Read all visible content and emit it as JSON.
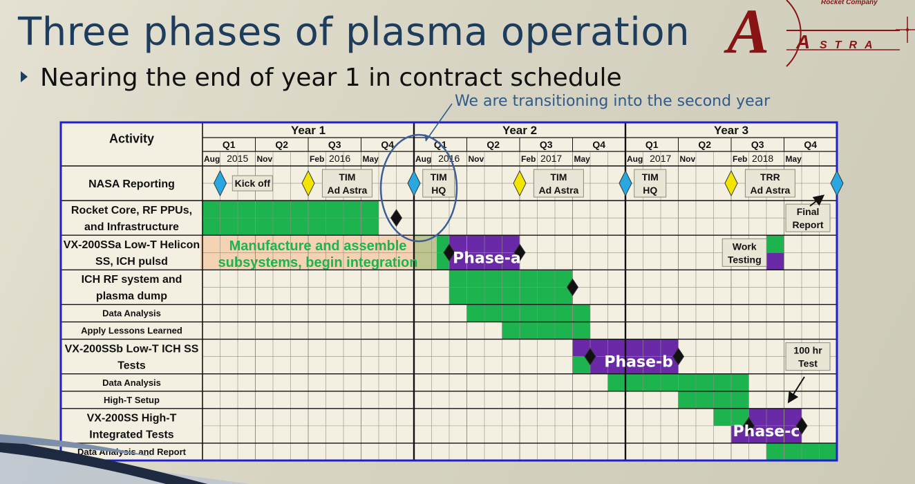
{
  "slide": {
    "title": "Three phases of plasma operation",
    "subtitle": "Nearing the end of year 1 in contract schedule",
    "callout": "We are transitioning into the second year"
  },
  "logo": {
    "tagline": "Rocket Company",
    "wordmark": "STRA",
    "letters": [
      "A",
      "A"
    ]
  },
  "colors": {
    "green": "#1db34f",
    "purple": "#6a2aa8",
    "border": "#1f1fd0",
    "cell": "#f3f0e2",
    "blue_diamond": "#2aa7e0",
    "yellow_diamond": "#f2e600",
    "brand_red": "#8a1414"
  },
  "schedule": {
    "activity_header": "Activity",
    "years": [
      "Year 1",
      "Year 2",
      "Year 3"
    ],
    "quarters": [
      "Q1",
      "Q2",
      "Q3",
      "Q4",
      "Q1",
      "Q2",
      "Q3",
      "Q4",
      "Q1",
      "Q2",
      "Q3",
      "Q4"
    ],
    "months": [
      {
        "col": 0,
        "text": "Aug"
      },
      {
        "col": 1.3,
        "text": "2015"
      },
      {
        "col": 3,
        "text": "Nov"
      },
      {
        "col": 6,
        "text": "Feb"
      },
      {
        "col": 7.1,
        "text": "2016"
      },
      {
        "col": 9,
        "text": "May"
      },
      {
        "col": 12,
        "text": "Aug"
      },
      {
        "col": 13.3,
        "text": "2016"
      },
      {
        "col": 15,
        "text": "Nov"
      },
      {
        "col": 18,
        "text": "Feb"
      },
      {
        "col": 19.1,
        "text": "2017"
      },
      {
        "col": 21,
        "text": "May"
      },
      {
        "col": 24,
        "text": "Aug"
      },
      {
        "col": 25.3,
        "text": "2017"
      },
      {
        "col": 27,
        "text": "Nov"
      },
      {
        "col": 30,
        "text": "Feb"
      },
      {
        "col": 31.1,
        "text": "2018"
      },
      {
        "col": 33,
        "text": "May"
      }
    ],
    "rows": [
      {
        "id": "nasa",
        "lines": [
          "NASA Reporting"
        ],
        "units": 2,
        "size": 16
      },
      {
        "id": "core",
        "lines": [
          "Rocket Core, RF PPUs,",
          "and Infrastructure"
        ],
        "units": 2,
        "size": 16
      },
      {
        "id": "vxa",
        "lines": [
          "VX-200SSa Low-T Helicon",
          "SS, ICH pulsd"
        ],
        "units": 2,
        "size": 16
      },
      {
        "id": "ich",
        "lines": [
          "ICH RF system and",
          "plasma dump"
        ],
        "units": 2,
        "size": 16
      },
      {
        "id": "da1",
        "lines": [
          "Data Analysis"
        ],
        "units": 1,
        "size": 13
      },
      {
        "id": "ll",
        "lines": [
          "Apply Lessons Learned"
        ],
        "units": 1,
        "size": 13
      },
      {
        "id": "vxb",
        "lines": [
          "VX-200SSb Low-T ICH SS",
          "Tests"
        ],
        "units": 2,
        "size": 16
      },
      {
        "id": "da2",
        "lines": [
          "Data Analysis"
        ],
        "units": 1,
        "size": 13
      },
      {
        "id": "ht",
        "lines": [
          "High-T Setup"
        ],
        "units": 1,
        "size": 13
      },
      {
        "id": "vxc",
        "lines": [
          "VX-200SS High-T",
          "Integrated Tests"
        ],
        "units": 2,
        "size": 16
      },
      {
        "id": "dar",
        "lines": [
          "Data Analysis and Report"
        ],
        "units": 1,
        "size": 13
      }
    ],
    "bars": [
      {
        "row": "core",
        "sub": 0,
        "start": 0,
        "end": 10,
        "color": "green"
      },
      {
        "row": "core",
        "sub": 1,
        "start": 0,
        "end": 10,
        "color": "green"
      },
      {
        "row": "vxa",
        "sub": 0,
        "start": 12,
        "end": 14,
        "color": "green"
      },
      {
        "row": "vxa",
        "sub": 1,
        "start": 12,
        "end": 14,
        "color": "green"
      },
      {
        "row": "vxa",
        "sub": 0,
        "start": 14,
        "end": 18,
        "color": "purple"
      },
      {
        "row": "vxa",
        "sub": 1,
        "start": 14,
        "end": 18,
        "color": "purple"
      },
      {
        "row": "vxa",
        "sub": 0,
        "start": 32,
        "end": 33,
        "color": "green"
      },
      {
        "row": "vxa",
        "sub": 1,
        "start": 32,
        "end": 33,
        "color": "purple"
      },
      {
        "row": "ich",
        "sub": 0,
        "start": 14,
        "end": 21,
        "color": "green"
      },
      {
        "row": "ich",
        "sub": 1,
        "start": 14,
        "end": 21,
        "color": "green"
      },
      {
        "row": "da1",
        "sub": 0,
        "start": 15,
        "end": 22,
        "color": "green"
      },
      {
        "row": "ll",
        "sub": 0,
        "start": 17,
        "end": 22,
        "color": "green"
      },
      {
        "row": "vxb",
        "sub": 0,
        "start": 21,
        "end": 27,
        "color": "purple"
      },
      {
        "row": "vxb",
        "sub": 1,
        "start": 21,
        "end": 22,
        "color": "green"
      },
      {
        "row": "vxb",
        "sub": 1,
        "start": 22,
        "end": 27,
        "color": "purple"
      },
      {
        "row": "da2",
        "sub": 0,
        "start": 23,
        "end": 31,
        "color": "green"
      },
      {
        "row": "ht",
        "sub": 0,
        "start": 27,
        "end": 31,
        "color": "green"
      },
      {
        "row": "vxc",
        "sub": 0,
        "start": 29,
        "end": 31,
        "color": "green"
      },
      {
        "row": "vxc",
        "sub": 0,
        "start": 31,
        "end": 34,
        "color": "purple"
      },
      {
        "row": "vxc",
        "sub": 1,
        "start": 30,
        "end": 34,
        "color": "purple"
      },
      {
        "row": "dar",
        "sub": 0,
        "start": 32,
        "end": 36,
        "color": "green"
      }
    ],
    "milestones": [
      {
        "row": "nasa",
        "at": 1,
        "kind": "blue"
      },
      {
        "row": "nasa",
        "at": 6,
        "kind": "yellow"
      },
      {
        "row": "nasa",
        "at": 12,
        "kind": "blue"
      },
      {
        "row": "nasa",
        "at": 18,
        "kind": "yellow"
      },
      {
        "row": "nasa",
        "at": 24,
        "kind": "blue"
      },
      {
        "row": "nasa",
        "at": 30,
        "kind": "yellow"
      },
      {
        "row": "nasa",
        "at": 36,
        "kind": "blue"
      },
      {
        "row": "core",
        "at": 11,
        "kind": "black"
      },
      {
        "row": "vxa",
        "at": 14,
        "kind": "black"
      },
      {
        "row": "vxa",
        "at": 18,
        "kind": "black"
      },
      {
        "row": "ich",
        "at": 21,
        "kind": "black"
      },
      {
        "row": "vxb",
        "at": 22,
        "kind": "black"
      },
      {
        "row": "vxb",
        "at": 27,
        "kind": "black"
      },
      {
        "row": "vxc",
        "at": 31,
        "kind": "black"
      },
      {
        "row": "vxc",
        "at": 34,
        "kind": "black"
      }
    ],
    "notes": [
      {
        "row": "nasa",
        "lines": [
          "Kick off"
        ],
        "col": 1.7,
        "w": 58,
        "bold": true
      },
      {
        "row": "nasa",
        "lines": [
          "TIM",
          "Ad Astra"
        ],
        "col": 6.8,
        "w": 72,
        "bold": true
      },
      {
        "row": "nasa",
        "lines": [
          "TIM",
          "HQ"
        ],
        "col": 12.5,
        "w": 46,
        "bold": true
      },
      {
        "row": "nasa",
        "lines": [
          "TIM",
          "Ad Astra"
        ],
        "col": 18.8,
        "w": 72,
        "bold": true
      },
      {
        "row": "nasa",
        "lines": [
          "TIM",
          "HQ"
        ],
        "col": 24.5,
        "w": 46,
        "bold": true
      },
      {
        "row": "nasa",
        "lines": [
          "TRR",
          "Ad Astra"
        ],
        "col": 30.8,
        "w": 72,
        "bold": true
      },
      {
        "row": "core",
        "lines": [
          "Final",
          "Report"
        ],
        "col": 33.1,
        "w": 64,
        "bold": true
      },
      {
        "row": "vxa",
        "lines": [
          "Work",
          "Testing"
        ],
        "col": 29.5,
        "w": 64,
        "bold": true
      },
      {
        "row": "vxb",
        "lines": [
          "100 hr",
          "Test"
        ],
        "col": 33.1,
        "w": 64,
        "bold": true
      }
    ],
    "phase_labels": [
      {
        "row": "vxa",
        "col": 14.2,
        "text": "Phase-a"
      },
      {
        "row": "vxb",
        "col": 22.8,
        "text": "Phase-b"
      },
      {
        "row": "vxc",
        "col": 30.1,
        "text": "Phase-c"
      }
    ],
    "overlay": {
      "lines": [
        "Manufacture and assemble",
        "subsystems, begin integration"
      ]
    }
  }
}
